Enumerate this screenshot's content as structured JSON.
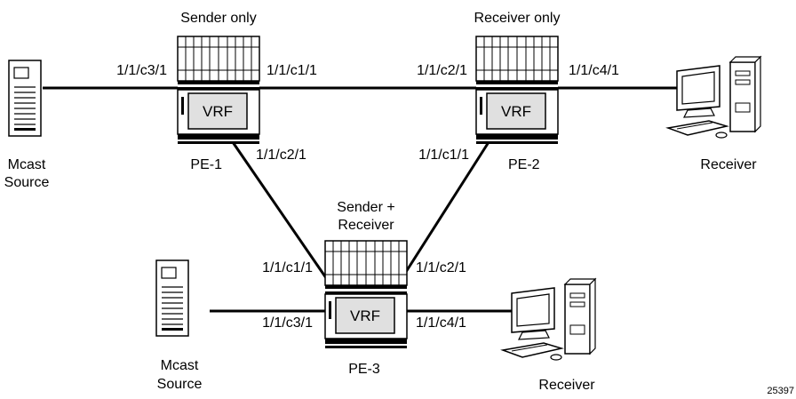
{
  "routers": {
    "pe1": {
      "name": "PE-1",
      "role": "Sender only",
      "vrf": "VRF"
    },
    "pe2": {
      "name": "PE-2",
      "role": "Receiver only",
      "vrf": "VRF"
    },
    "pe3": {
      "name": "PE-3",
      "role_line1": "Sender +",
      "role_line2": "Receiver",
      "vrf": "VRF"
    }
  },
  "ports": {
    "pe1_c3": "1/1/c3/1",
    "pe1_c1": "1/1/c1/1",
    "pe1_c2": "1/1/c2/1",
    "pe2_c2": "1/1/c2/1",
    "pe2_c4": "1/1/c4/1",
    "pe2_c1": "1/1/c1/1",
    "pe3_c1": "1/1/c1/1",
    "pe3_c2": "1/1/c2/1",
    "pe3_c3": "1/1/c3/1",
    "pe3_c4": "1/1/c4/1"
  },
  "hosts": {
    "source1": {
      "line1": "Mcast",
      "line2": "Source"
    },
    "source2": {
      "line1": "Mcast",
      "line2": "Source"
    },
    "receiver1": "Receiver",
    "receiver2": "Receiver"
  },
  "figure_id": "25397"
}
